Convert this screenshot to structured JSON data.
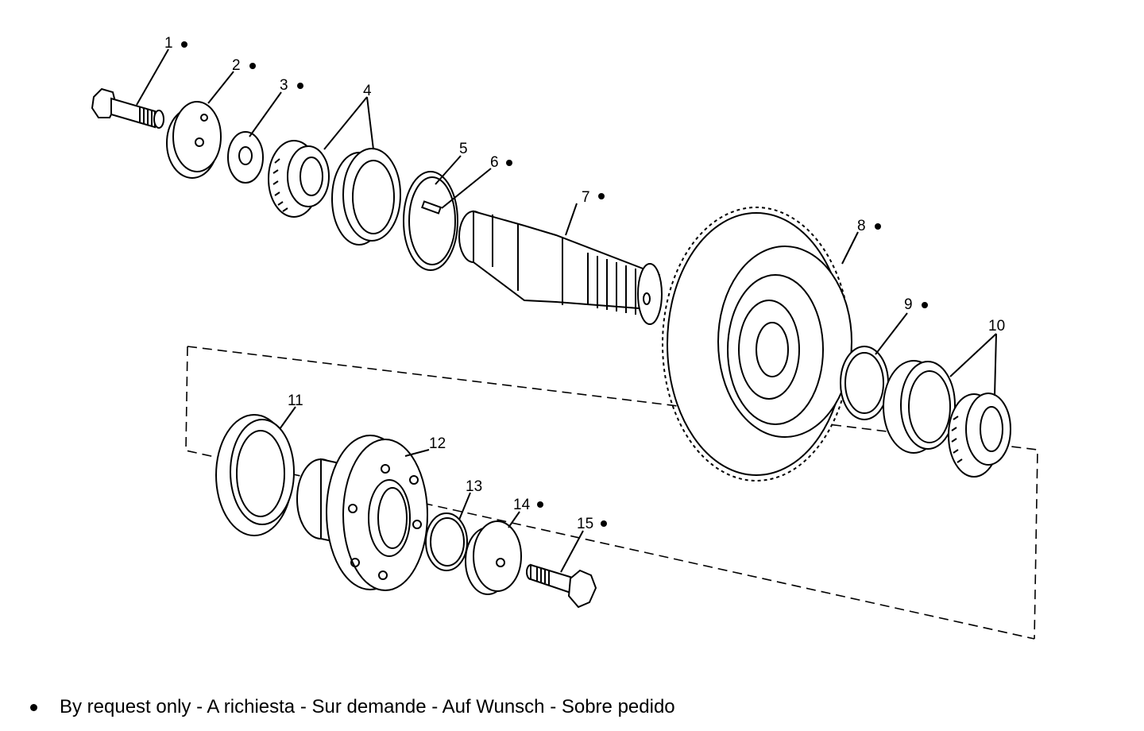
{
  "labels": {
    "p1": "1",
    "p2": "2",
    "p3": "3",
    "p4": "4",
    "p5": "5",
    "p6": "6",
    "p7": "7",
    "p8": "8",
    "p9": "9",
    "p10": "10",
    "p11": "11",
    "p12": "12",
    "p13": "13",
    "p14": "14",
    "p15": "15"
  },
  "legend": {
    "text": "By request only - A richiesta - Sur demande - Auf Wunsch - Sobre pedido"
  }
}
